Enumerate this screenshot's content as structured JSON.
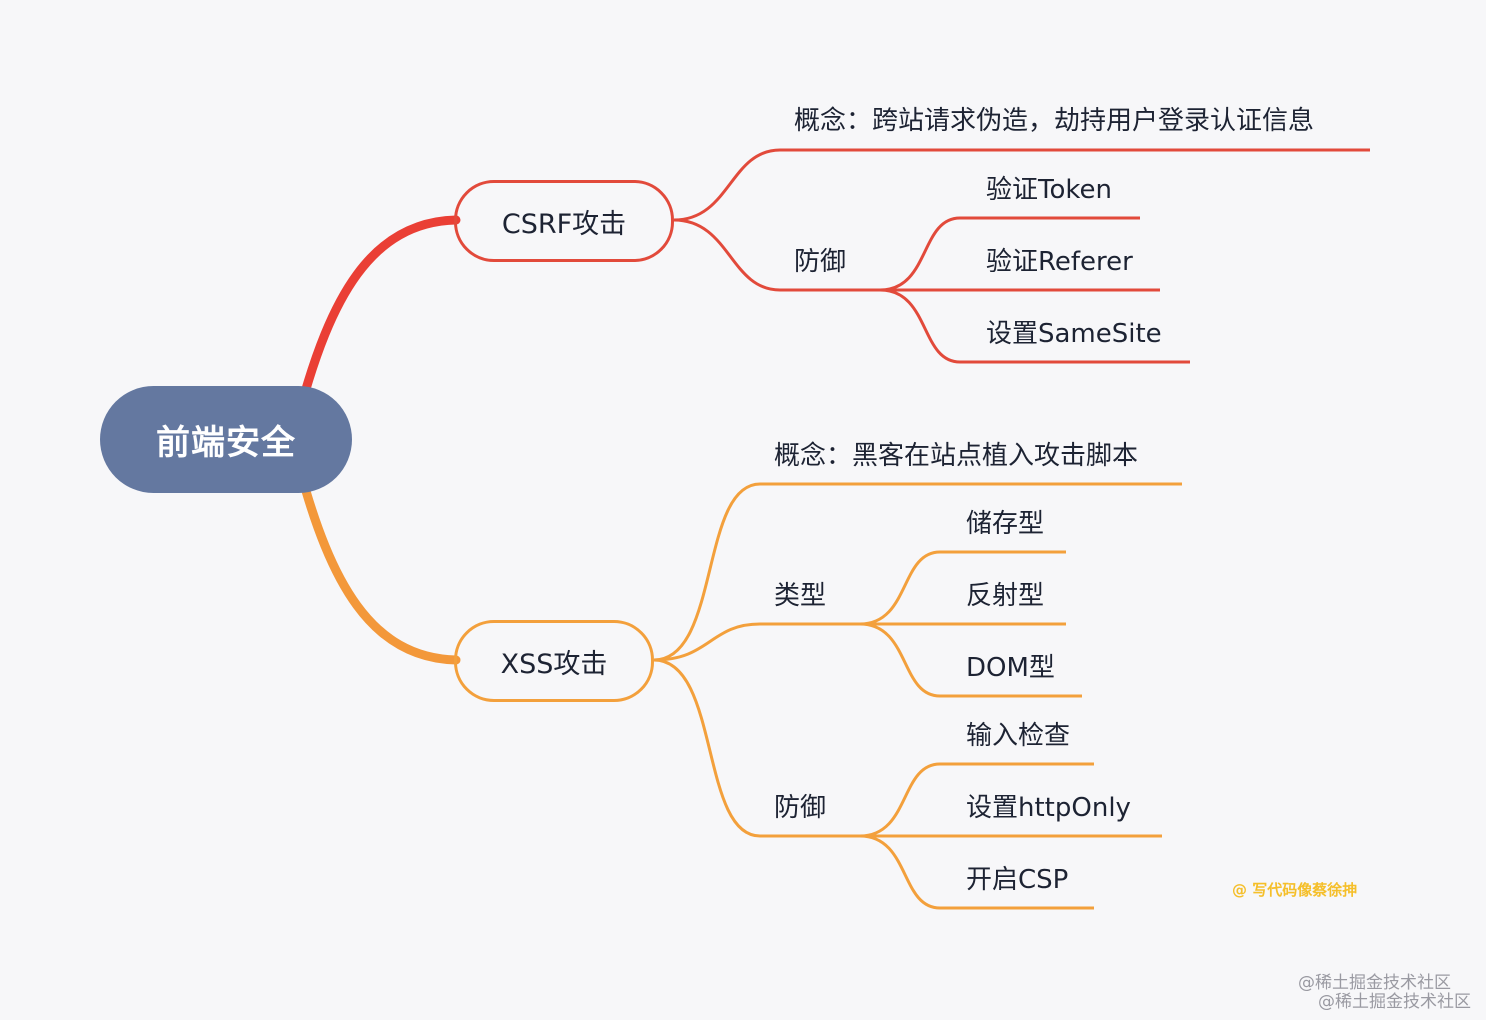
{
  "root": {
    "label": "前端安全"
  },
  "colors": {
    "root": "#6478a0",
    "csrf": "#e24a3b",
    "xss": "#f3a03c"
  },
  "csrf": {
    "label": "CSRF攻击",
    "concept": "概念：跨站请求伪造，劫持用户登录认证信息",
    "defense": {
      "label": "防御",
      "items": [
        "验证Token",
        "验证Referer",
        "设置SameSite"
      ]
    }
  },
  "xss": {
    "label": "XSS攻击",
    "concept": "概念：黑客在站点植入攻击脚本",
    "types": {
      "label": "类型",
      "items": [
        "储存型",
        "反射型",
        "DOM型"
      ]
    },
    "defense": {
      "label": "防御",
      "items": [
        "输入检查",
        "设置httpOnly",
        "开启CSP"
      ]
    }
  },
  "watermarks": {
    "author": "@ 写代码像蔡徐抻",
    "site_1": "@稀土掘金技术社区",
    "site_2": "@稀土掘金技术社区"
  }
}
